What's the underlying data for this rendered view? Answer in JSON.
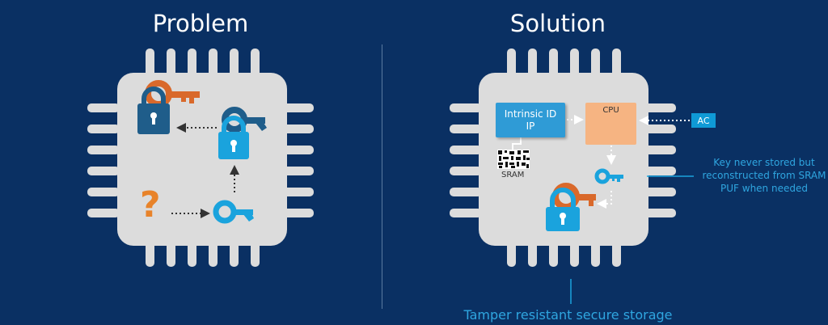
{
  "problem": {
    "title": "Problem",
    "question_mark": "?"
  },
  "solution": {
    "title": "Solution",
    "intrinsic_label_line1": "Intrinsic ID",
    "intrinsic_label_line2": "IP",
    "cpu_label": "CPU",
    "sram_label": "SRAM",
    "ac_label": "AC",
    "key_note_line1": "Key never stored but",
    "key_note_line2": "reconstructed from SRAM",
    "key_note_line3": "PUF when needed",
    "caption": "Tamper resistant secure storage"
  },
  "colors": {
    "background": "#0a3063",
    "chip": "#dcdcdc",
    "lock_dark": "#1f5d8a",
    "lock_light": "#1aa3dd",
    "key_orange": "#d9692b",
    "key_blue": "#1aa3dd",
    "intrinsic": "#2f9bd6",
    "cpu": "#f6b482",
    "accent_text": "#2fa6e0"
  }
}
